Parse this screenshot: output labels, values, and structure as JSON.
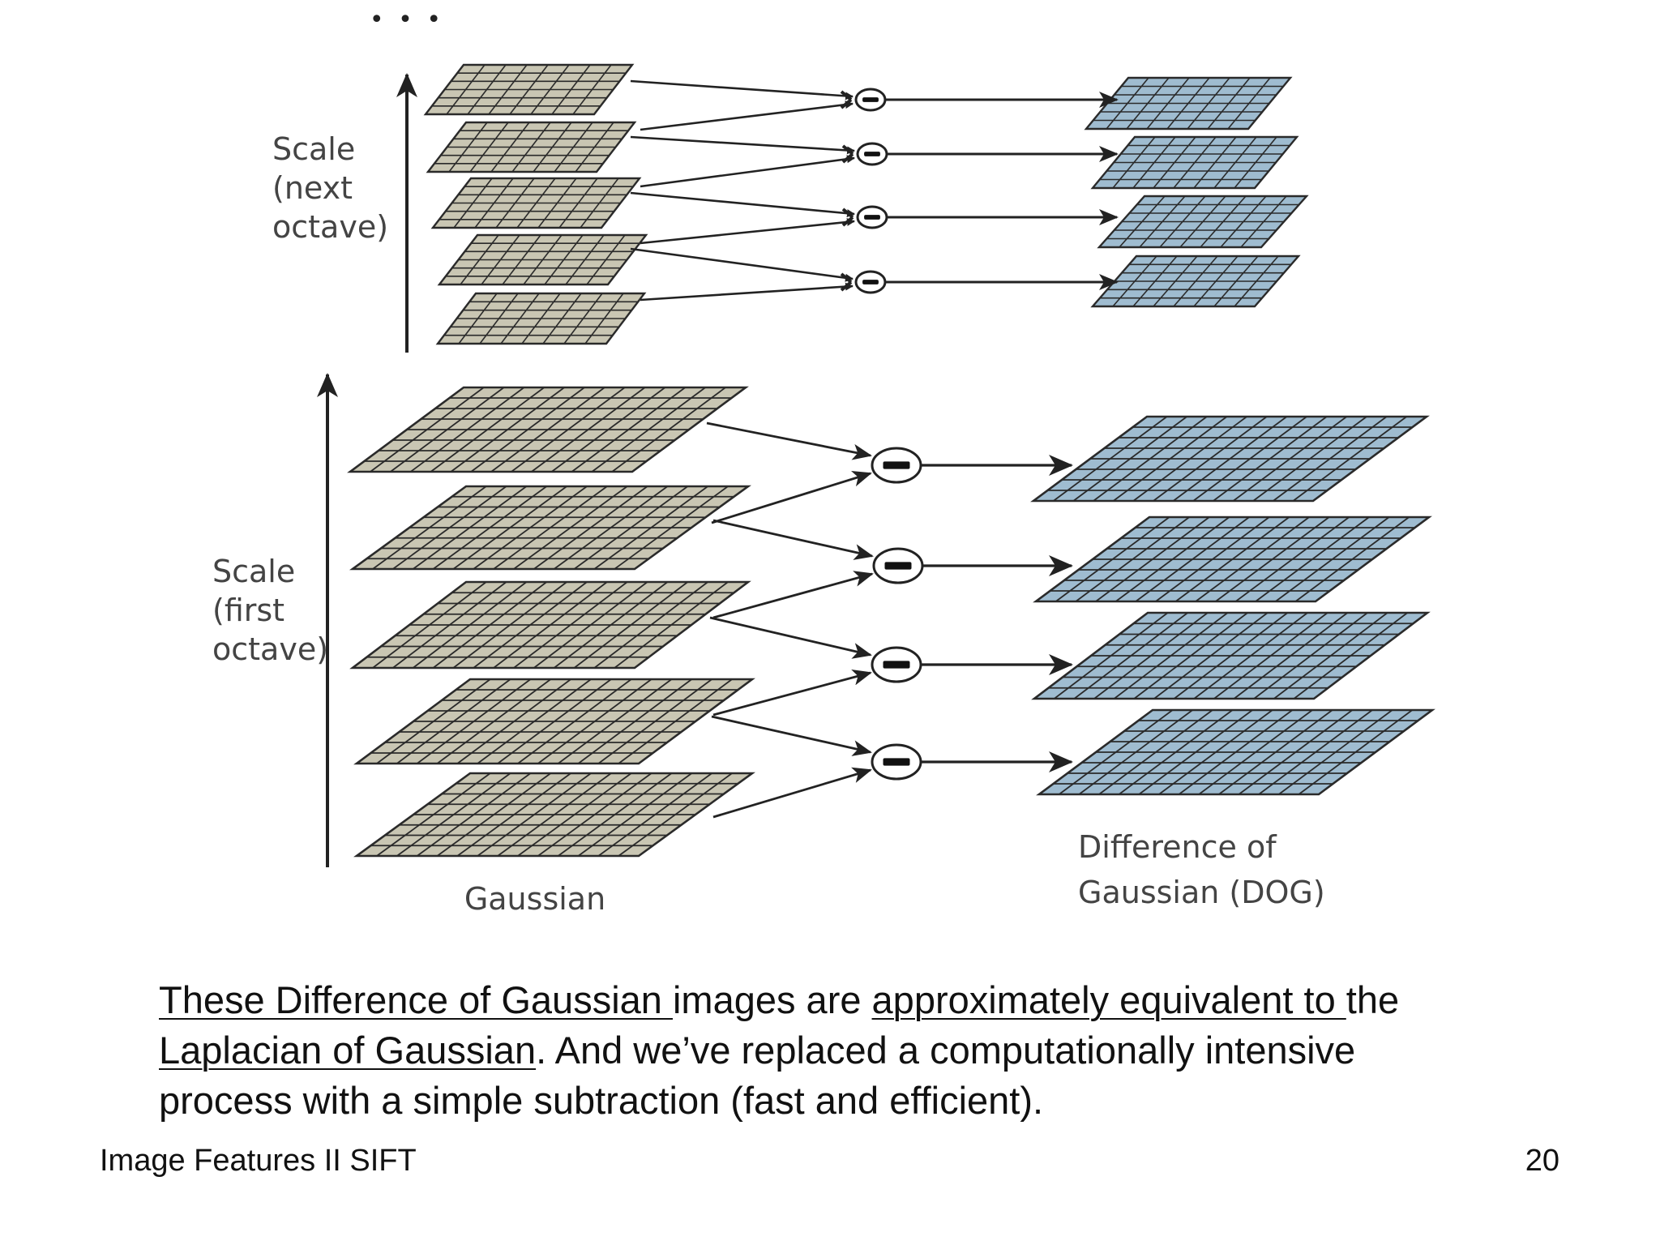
{
  "diagram": {
    "ellipsis": "• • •",
    "next_octave_label": [
      "Scale",
      "(next",
      "octave)"
    ],
    "first_octave_label": [
      "Scale",
      "(first",
      "octave)"
    ],
    "gaussian_label": "Gaussian",
    "dog_label": [
      "Difference of",
      "Gaussian (DOG)"
    ],
    "operator_symbol": "minus",
    "colors": {
      "gaussian_fill": "#c9c6b3",
      "dog_fill": "#9fbcd0",
      "grid_line": "#2a2a2a"
    }
  },
  "caption": {
    "part1_u": "These Difference of Gaussian ",
    "part2": "images are ",
    "part3_u": "approximately equivalent to ",
    "part4": "the",
    "part5_u": "Laplacian of Gaussian",
    "part6": ". And we’ve replaced a computationally intensive",
    "line3": "process with a simple subtraction (fast and efficient)."
  },
  "footer": {
    "title": "Image Features II SIFT",
    "page_number": "20"
  }
}
